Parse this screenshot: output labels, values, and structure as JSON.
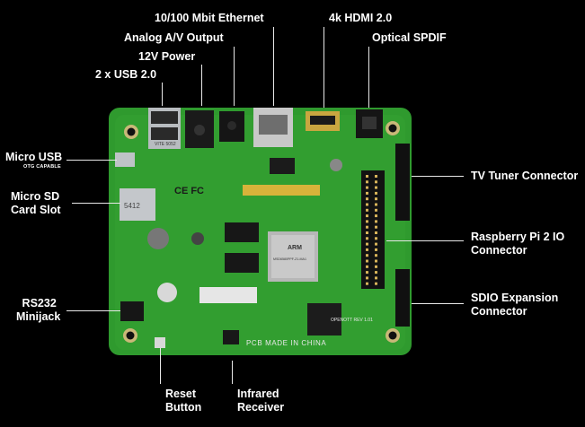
{
  "labels": {
    "ethernet": "10/100 Mbit Ethernet",
    "analog_av": "Analog A/V Output",
    "power": "12V Power",
    "usb": "2 x USB 2.0",
    "hdmi": "4k HDMI 2.0",
    "spdif": "Optical SPDIF",
    "micro_usb": "Micro USB",
    "micro_usb_sub": "OTG CAPABLE",
    "micro_sd_1": "Micro SD",
    "micro_sd_2": "Card Slot",
    "rs232_1": "RS232",
    "rs232_2": "Minijack",
    "tv_tuner": "TV Tuner Connector",
    "rpi_io_1": "Raspberry Pi 2 IO",
    "rpi_io_2": "Connector",
    "sdio_1": "SDIO Expansion",
    "sdio_2": "Connector",
    "reset_1": "Reset",
    "reset_2": "Button",
    "ir_1": "Infrared",
    "ir_2": "Receiver"
  },
  "board": {
    "pcb_text": "PCB MADE IN CHINA",
    "chip_brand": "ARM",
    "chip_model": "MSD6580PPF-Z1-MA1",
    "usb_text": "VITE 5052",
    "sd_text": "5412",
    "cert_text": "CE FC",
    "version_text": "OPENOTT REV 1.01",
    "colors": {
      "pcb": "#2f9a2e",
      "pcb_dark": "#1f6e20",
      "background": "#000000",
      "label": "#ffffff"
    }
  }
}
